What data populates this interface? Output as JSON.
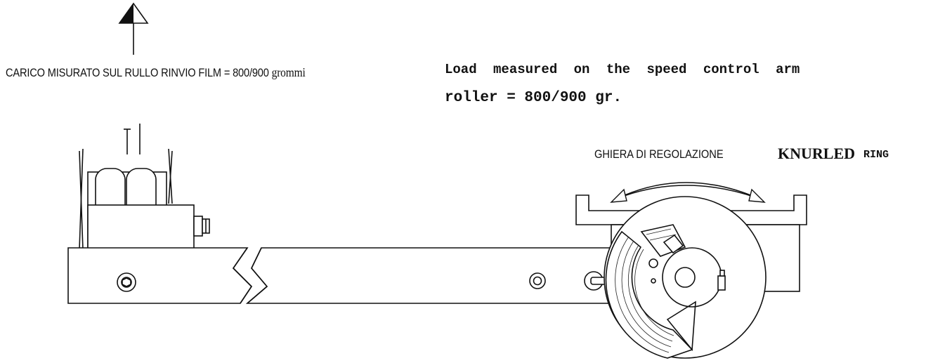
{
  "labels": {
    "load_it": "CARICO MISURATO SUL RULLO RINVIO FILM = 800/900",
    "load_it_unit": "grommi",
    "load_en_line1": "Load measured on the speed control arm",
    "load_en_line2": "roller = 800/900 gr.",
    "ring_it": "GHIERA DI REGOLAZIONE",
    "ring_en_bold": "KNURLED",
    "ring_en": "RING"
  },
  "icons": [
    "arrow-up-icon",
    "knurled-ring-icon",
    "roller-icon",
    "bolt-icon"
  ]
}
